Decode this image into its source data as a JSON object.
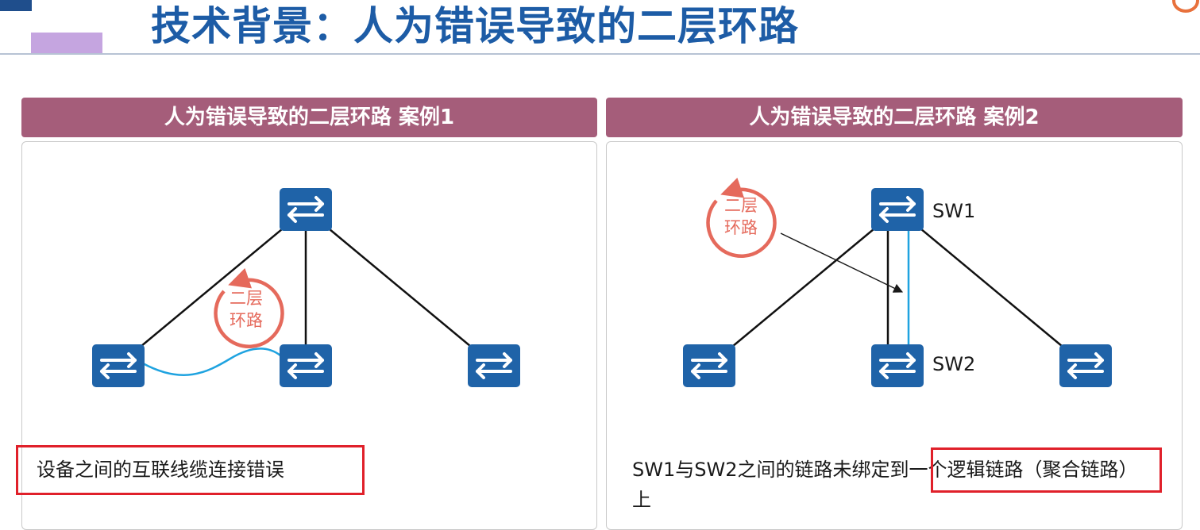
{
  "title": "技术背景：人为错误导致的二层环路",
  "panels": [
    {
      "header": "人为错误导致的二层环路 案例1",
      "loop_label_line1": "二层",
      "loop_label_line2": "环路",
      "caption": "设备之间的互联线缆连接错误"
    },
    {
      "header": "人为错误导致的二层环路 案例2",
      "loop_label_line1": "二层",
      "loop_label_line2": "环路",
      "sw1_label": "SW1",
      "sw2_label": "SW2",
      "caption": "SW1与SW2之间的链路未绑定到一个逻辑链路（聚合链路）上"
    }
  ],
  "colors": {
    "title": "#1d5ca6",
    "panel_header_bg": "#a55d7a",
    "switch": "#1f63a8",
    "miswire_link": "#1fa3e0",
    "loop_mark": "#e56a5c",
    "highlight": "#e0202a"
  },
  "icons": [
    "switch-icon",
    "loop-arrow-icon"
  ]
}
